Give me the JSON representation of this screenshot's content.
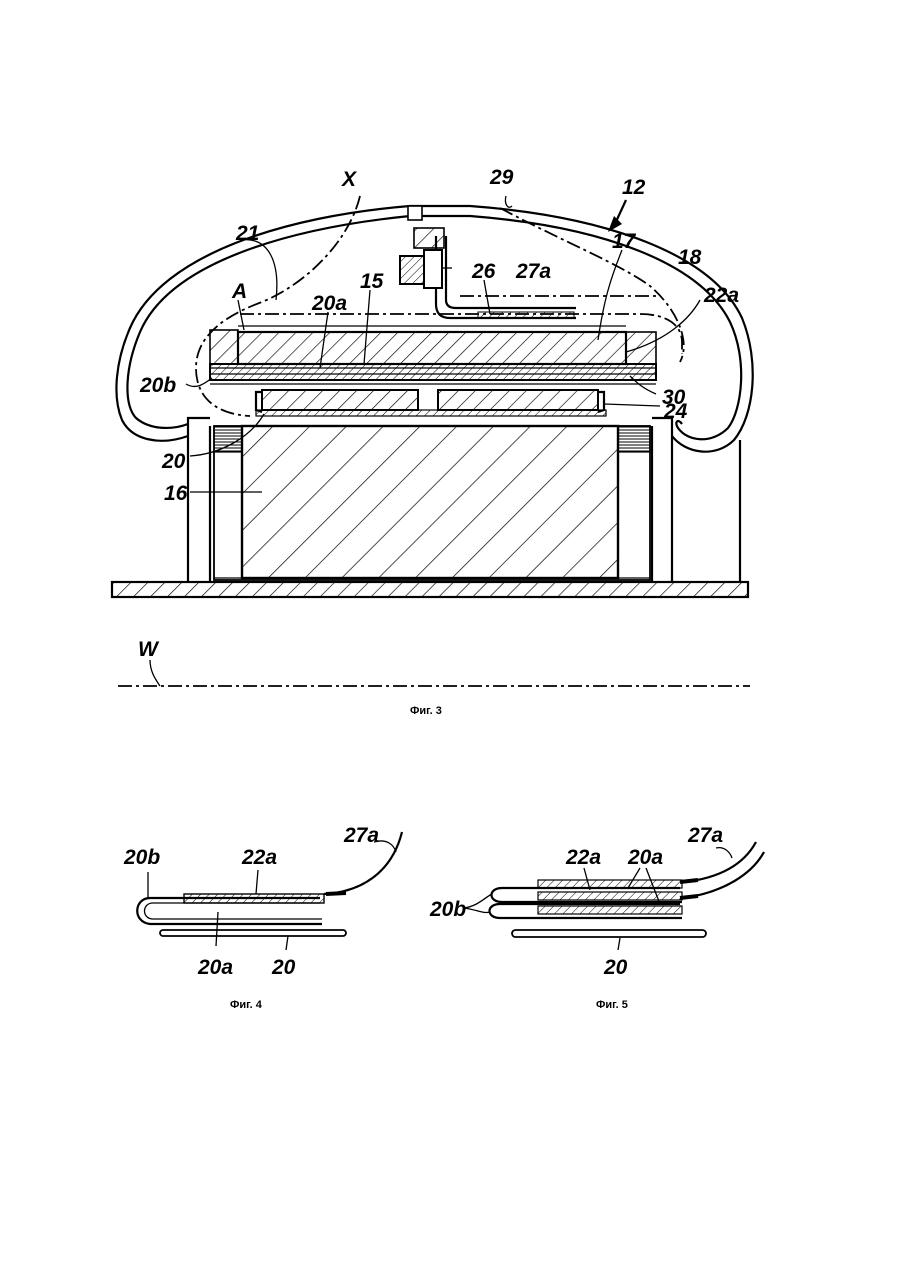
{
  "figure3": {
    "caption": "Фиг. 3",
    "labels": {
      "x": "X",
      "n29": "29",
      "n12": "12",
      "n21": "21",
      "n17": "17",
      "n18": "18",
      "a": "A",
      "n20a": "20a",
      "n15": "15",
      "n26": "26",
      "n27a": "27a",
      "n22a": "22a",
      "n20b": "20b",
      "n30": "30",
      "n24": "24",
      "n20": "20",
      "n16": "16",
      "w": "W"
    }
  },
  "figure4": {
    "caption": "Фиг. 4",
    "labels": {
      "n20b": "20b",
      "n22a": "22a",
      "n27a": "27a",
      "n20a": "20a",
      "n20": "20"
    }
  },
  "figure5": {
    "caption": "Фиг. 5",
    "labels": {
      "n22a": "22a",
      "n20a": "20a",
      "n27a": "27a",
      "n20b": "20b",
      "n20": "20"
    }
  }
}
